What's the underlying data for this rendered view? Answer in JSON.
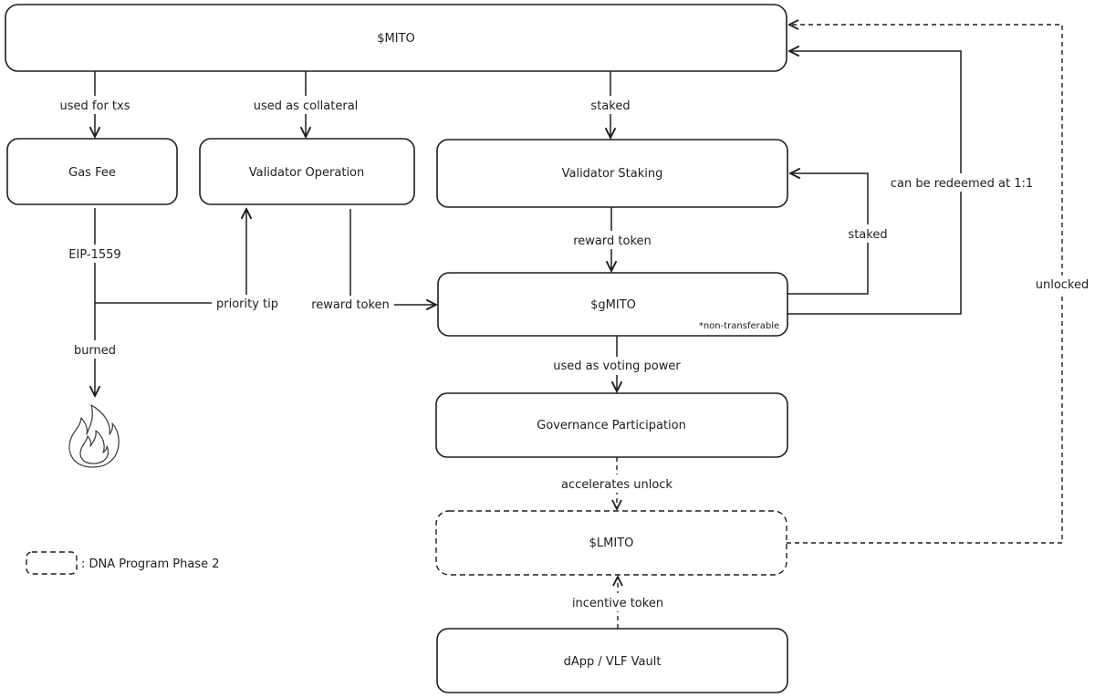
{
  "nodes": {
    "mito": "$MITO",
    "gas_fee": "Gas Fee",
    "validator_operation": "Validator Operation",
    "validator_staking": "Validator Staking",
    "gmito": "$gMITO",
    "gmito_note": "*non-transferable",
    "governance": "Governance Participation",
    "lmito": "$LMITO",
    "dapp_vault": "dApp / VLF Vault"
  },
  "edges": {
    "used_for_txs": "used for txs",
    "used_as_collateral": "used as collateral",
    "staked_top": "staked",
    "eip1559": "EIP-1559",
    "burned": "burned",
    "priority_tip": "priority tip",
    "reward_token_left": "reward token",
    "reward_token_mid": "reward token",
    "staked_loop": "staked",
    "redeemed": "can be redeemed at 1:1",
    "unlocked": "unlocked",
    "voting_power": "used as voting power",
    "accelerates_unlock": "accelerates unlock",
    "incentive_token": "incentive token"
  },
  "legend": {
    "label": ": DNA Program Phase 2"
  },
  "icons": {
    "burn": "fire-icon"
  }
}
